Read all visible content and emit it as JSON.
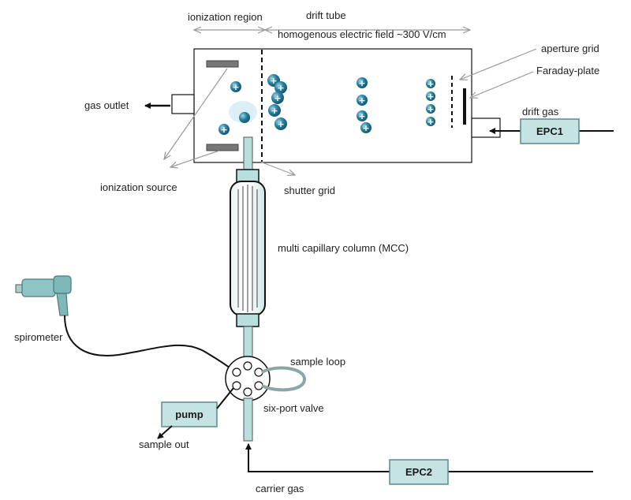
{
  "labels": {
    "ionization_region": "ionization region",
    "drift_tube": "drift tube",
    "field": "homogenous electric field ~300 V/cm",
    "aperture_grid": "aperture grid",
    "faraday_plate": "Faraday-plate",
    "drift_gas": "drift gas",
    "gas_outlet": "gas outlet",
    "ionization_source": "ionization source",
    "shutter_grid": "shutter grid",
    "mcc": "multi capillary column (MCC)",
    "spirometer": "spirometer",
    "sample_loop": "sample loop",
    "six_port_valve": "six-port valve",
    "sample_out": "sample out",
    "carrier_gas": "carrier gas"
  },
  "boxes": {
    "epc1": "EPC1",
    "epc2": "EPC2",
    "pump": "pump"
  },
  "ion_symbol": "+",
  "colors": {
    "box_fill": "#c5e3e3",
    "box_stroke": "#5a8a8a",
    "ion": "#2a7f9e",
    "tube": "#b9dede",
    "line": "#111111",
    "guide": "#9a9a9a"
  }
}
